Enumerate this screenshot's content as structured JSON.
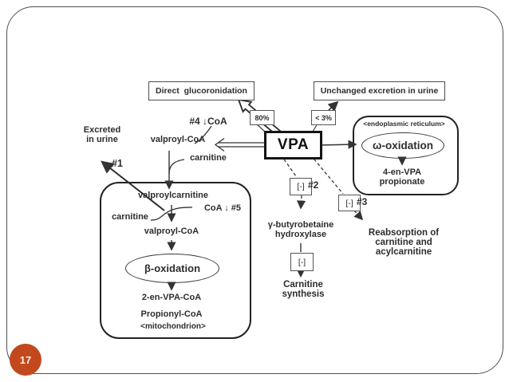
{
  "page": {
    "number": "17"
  },
  "colors": {
    "accent": "#c2491d",
    "ink": "#2d2d2d",
    "line": "#333333"
  },
  "top_boxes": {
    "direct_glucoronidation": "Direct  glucoronidation",
    "unchanged_excretion": "Unchanged excretion in urine",
    "pct_80": "80%",
    "pct_3": "< 3%"
  },
  "vpa": {
    "label": "VPA"
  },
  "left": {
    "excreted_in_urine": "Excreted\nin urine",
    "step_1": "#1",
    "step_4_coa": "#4 ↓CoA",
    "valproyl_coa": "valproyl-CoA",
    "carnitine": "carnitine"
  },
  "mitochondrion": {
    "valproylcarnitine": "valproylcarnitine",
    "coa_step_5": "CoA ↓ #5",
    "carnitine": "carnitine",
    "valproyl_coa": "valproyl-CoA",
    "beta_oxidation": "β-oxidation",
    "two_en_vpa_coa": "2-en-VPA-CoA",
    "propionyl_coa": "Propionyl-CoA",
    "caption": "<mitochondrion>"
  },
  "endoplasmic_reticulum": {
    "caption": "<endoplasmic reticulum>",
    "omega_oxidation": "ω-oxidation",
    "products": "4-en-VPA\npropionate"
  },
  "inhibition": {
    "inhibit_2": "[-]",
    "step_2": "#2",
    "inhibit_3": "[-]",
    "step_3": "#3",
    "gamma_butyrobetaine_hydroxylase": "γ-butyrobetaine\nhydroxylase",
    "inhibit_synthesis": "[-]",
    "carnitine_synthesis": "Carnitine\nsynthesis",
    "reabsorption": "Reabsorption of\ncarnitine and\nacylcarnitine"
  }
}
